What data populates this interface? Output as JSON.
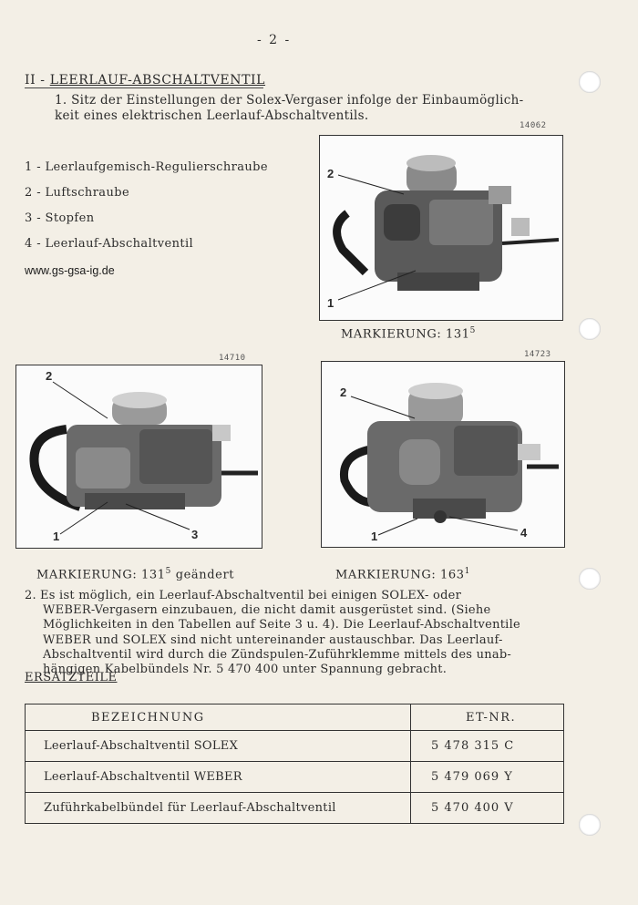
{
  "page_number": "- 2 -",
  "section": {
    "prefix": "II - ",
    "title": "LEERLAUF-ABSCHALTVENTIL"
  },
  "paragraph1": {
    "number": "1.",
    "text": "Sitz der Einstellungen der Solex-Vergaser infolge der Einbaumöglich-keit eines elektrischen Leerlauf-Abschaltventils."
  },
  "legend": [
    "1 - Leerlaufgemisch-Regulierschraube",
    "2 - Luftschraube",
    "3 - Stopfen",
    "4 - Leerlauf-Abschaltventil"
  ],
  "website": "www.gs-gsa-ig.de",
  "figures": [
    {
      "number": "14062",
      "caption": "MARKIERUNG: 131",
      "caption_sup": "5",
      "caption_suffix": "",
      "callouts": [
        "2",
        "1"
      ]
    },
    {
      "number": "14710",
      "caption": "MARKIERUNG: 131",
      "caption_sup": "5",
      "caption_suffix": " geändert",
      "callouts": [
        "2",
        "1",
        "3"
      ]
    },
    {
      "number": "14723",
      "caption": "MARKIERUNG: 163",
      "caption_sup": "1",
      "caption_suffix": "",
      "callouts": [
        "2",
        "1",
        "4"
      ]
    }
  ],
  "paragraph2": {
    "number": "2.",
    "lines": [
      "Es ist möglich, ein Leerlauf-Abschaltventil bei einigen SOLEX- oder",
      "WEBER-Vergasern einzubauen, die nicht damit ausgerüstet sind. (Siehe",
      "Möglichkeiten in den Tabellen auf Seite 3 u. 4). Die Leerlauf-Abschaltventile",
      "WEBER und SOLEX sind nicht untereinander austauschbar. Das Leerlauf-",
      "Abschaltventil wird durch die Zündspulen-Zuführklemme mittels des unab-",
      "hängigen Kabelbündels Nr. 5 470 400 unter Spannung gebracht."
    ]
  },
  "spare_parts": {
    "heading": "ERSATZTEILE",
    "columns": [
      "BEZEICHNUNG",
      "ET-NR."
    ],
    "rows": [
      [
        "Leerlauf-Abschaltventil SOLEX",
        "5 478 315  C"
      ],
      [
        "Leerlauf-Abschaltventil WEBER",
        "5 479 069  Y"
      ],
      [
        "Zuführkabelbündel für Leerlauf-Abschaltventil",
        "5 470 400  V"
      ]
    ]
  }
}
